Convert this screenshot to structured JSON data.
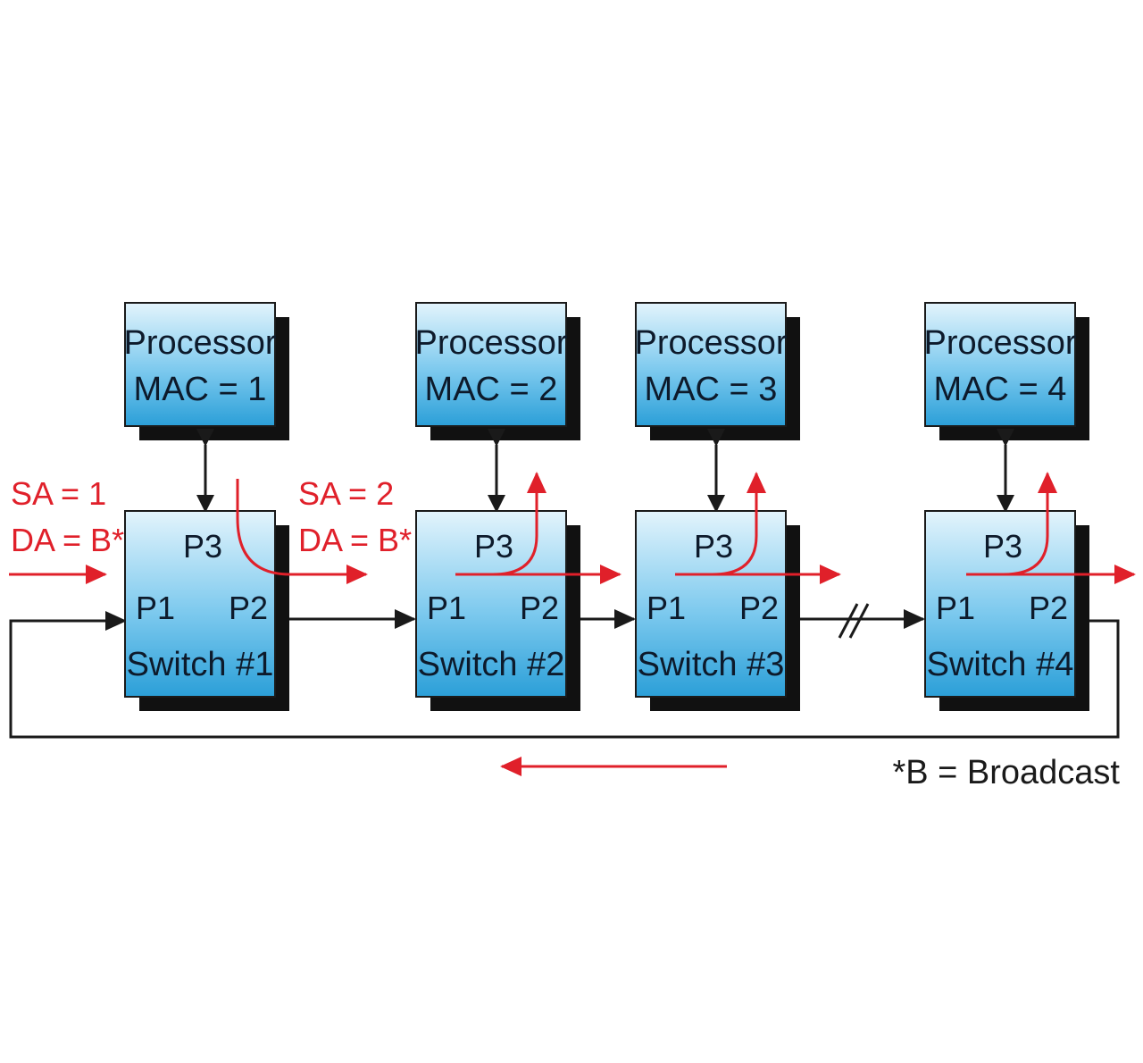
{
  "colors": {
    "box_fill_light": "#dff1fb",
    "box_fill_dark": "#2fa4dc",
    "shadow": "#111111",
    "frame_path": "#e0202a",
    "link": "#1a1a1a"
  },
  "processors": [
    {
      "title": "Processor",
      "mac": "MAC = 1"
    },
    {
      "title": "Processor",
      "mac": "MAC = 2"
    },
    {
      "title": "Processor",
      "mac": "MAC = 3"
    },
    {
      "title": "Processor",
      "mac": "MAC = 4"
    }
  ],
  "switches": [
    {
      "p1": "P1",
      "p2": "P2",
      "p3": "P3",
      "name": "Switch #1"
    },
    {
      "p1": "P1",
      "p2": "P2",
      "p3": "P3",
      "name": "Switch #2"
    },
    {
      "p1": "P1",
      "p2": "P2",
      "p3": "P3",
      "name": "Switch #3"
    },
    {
      "p1": "P1",
      "p2": "P2",
      "p3": "P3",
      "name": "Switch #4"
    }
  ],
  "frames": [
    {
      "sa": "SA = 1",
      "da": "DA = B*"
    },
    {
      "sa": "SA = 2",
      "da": "DA = B*"
    }
  ],
  "footnote": "*B = Broadcast"
}
